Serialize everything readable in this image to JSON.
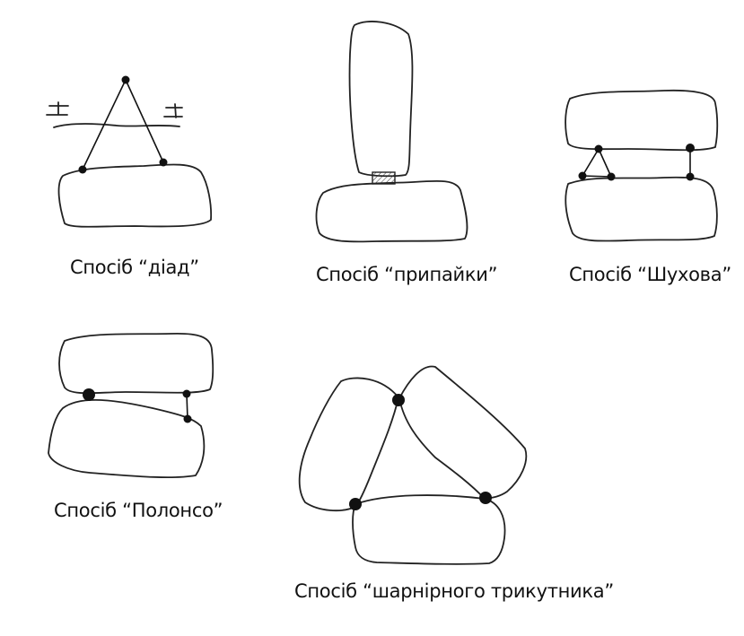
{
  "captions": {
    "diad": "Спосіб “діад”",
    "solder": "Спосіб “припайки”",
    "shukhov": "Спосіб “Шухова”",
    "polonso": "Спосіб “Полонсо”",
    "hinged_triangle": "Спосіб “шарнірного трикутника”"
  },
  "colors": {
    "stroke": "#222222",
    "pin": "#111111",
    "background": "#ffffff"
  }
}
